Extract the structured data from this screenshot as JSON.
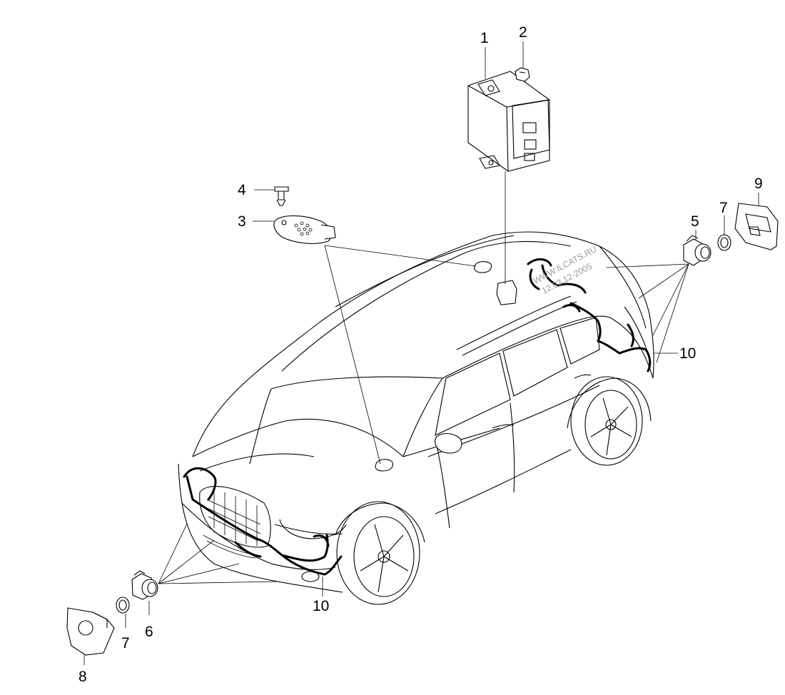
{
  "callouts": {
    "c1": "1",
    "c2": "2",
    "c3": "3",
    "c4": "4",
    "c5": "5",
    "c6": "6",
    "c7a": "7",
    "c7b": "7",
    "c8": "8",
    "c9": "9",
    "c10a": "10",
    "c10b": "10"
  },
  "watermark": {
    "line1": "WWW.ILCATS.RU",
    "line2": "12.03.12-2005"
  }
}
